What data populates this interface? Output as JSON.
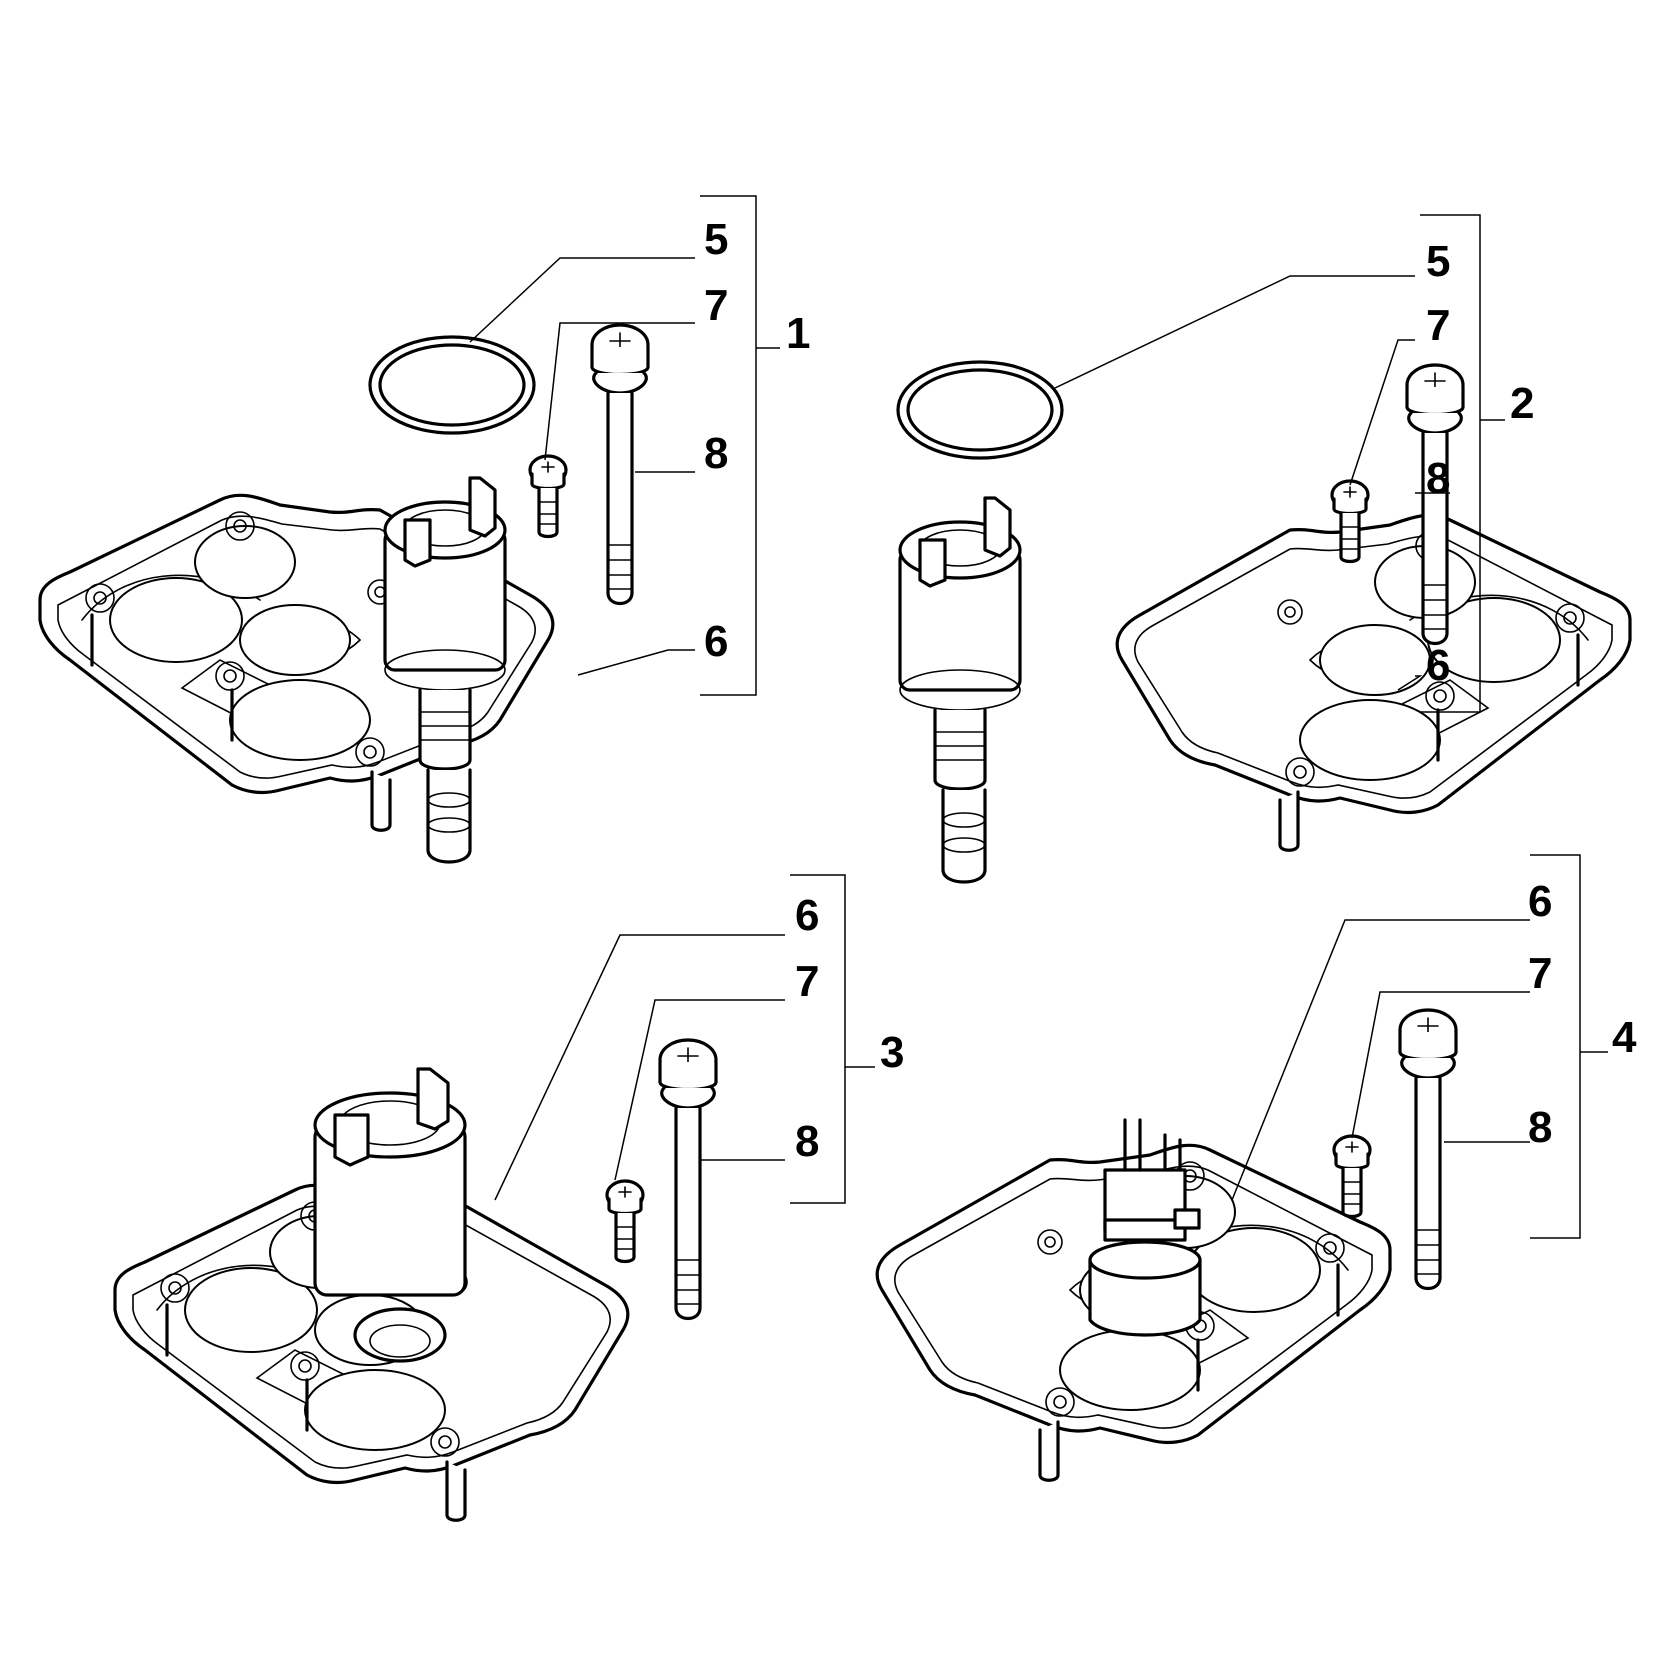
{
  "colors": {
    "line": "#000000",
    "background": "#ffffff"
  },
  "assemblies": [
    {
      "ref": "1",
      "callouts": {
        "seal": "5",
        "small_screw": "7",
        "long_bolt": "8",
        "plate": "6"
      }
    },
    {
      "ref": "2",
      "callouts": {
        "seal": "5",
        "small_screw": "7",
        "long_bolt": "8",
        "plate": "6"
      }
    },
    {
      "ref": "3",
      "callouts": {
        "plate": "6",
        "small_screw": "7",
        "long_bolt": "8"
      }
    },
    {
      "ref": "4",
      "callouts": {
        "plate": "6",
        "small_screw": "7",
        "long_bolt": "8"
      }
    }
  ]
}
